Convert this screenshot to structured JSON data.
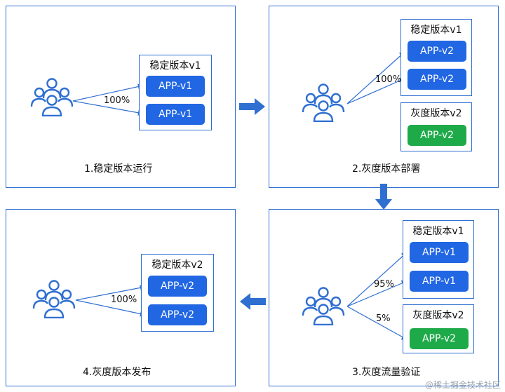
{
  "panels": {
    "p1": {
      "caption": "1.稳定版本运行",
      "percent": "100%",
      "groups": [
        {
          "title": "稳定版本v1",
          "apps": [
            "APP-v1",
            "APP-v1"
          ]
        }
      ]
    },
    "p2": {
      "caption": "2.灰度版本部署",
      "percent": "100%",
      "groups": [
        {
          "title": "稳定版本v1",
          "apps": [
            "APP-v2",
            "APP-v2"
          ]
        },
        {
          "title": "灰度版本v2",
          "apps": [
            "APP-v2"
          ]
        }
      ]
    },
    "p3": {
      "caption": "3.灰度流量验证",
      "percent_stable": "95%",
      "percent_gray": "5%",
      "groups": [
        {
          "title": "稳定版本v1",
          "apps": [
            "APP-v1",
            "APP-v1"
          ]
        },
        {
          "title": "灰度版本v2",
          "apps": [
            "APP-v2"
          ]
        }
      ]
    },
    "p4": {
      "caption": "4.灰度版本发布",
      "percent": "100%",
      "groups": [
        {
          "title": "稳定版本v2",
          "apps": [
            "APP-v2",
            "APP-v2"
          ]
        }
      ]
    }
  },
  "watermark": "@稀土掘金技术社区",
  "colors": {
    "border": "#2f6fd1",
    "app_blue": "#2166e3",
    "app_green": "#1faa4a",
    "arrow": "#2f6fd1",
    "users_icon": "#2f6fd1"
  },
  "icons": {
    "users": "users-group-icon",
    "step_arrow": "arrow-icon"
  }
}
